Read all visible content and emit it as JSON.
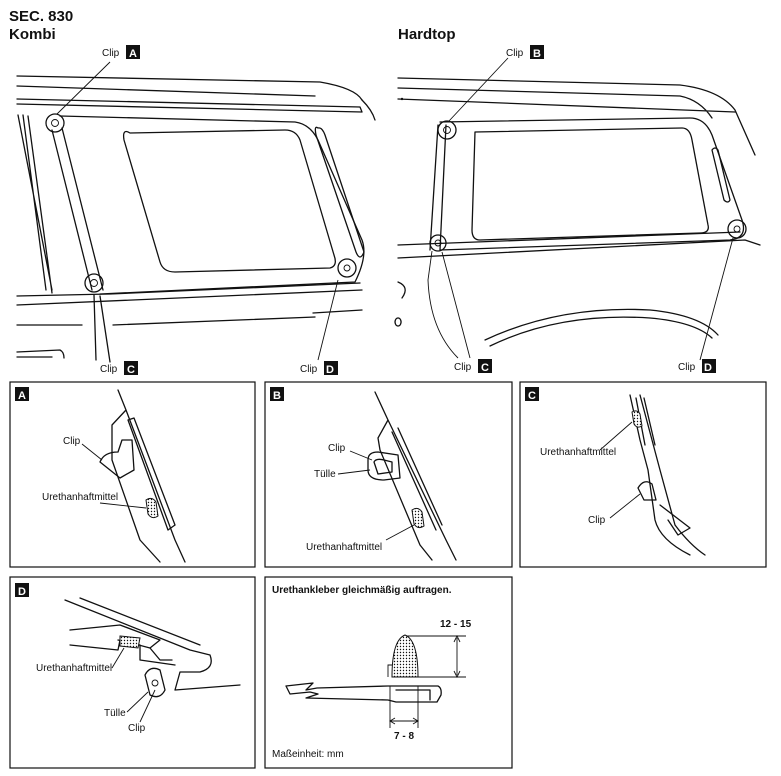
{
  "header": {
    "section": "SEC. 830",
    "kombi": "Kombi",
    "hardtop": "Hardtop"
  },
  "callouts": {
    "clip": "Clip",
    "a": "A",
    "b": "B",
    "c": "C",
    "d": "D"
  },
  "detail_a": {
    "badge": "A",
    "clip": "Clip",
    "adhesive": "Urethanhaftmittel"
  },
  "detail_b": {
    "badge": "B",
    "clip": "Clip",
    "grommet": "Tülle",
    "adhesive": "Urethanhaftmittel"
  },
  "detail_c": {
    "badge": "C",
    "adhesive": "Urethanhaftmittel",
    "clip": "Clip"
  },
  "detail_d": {
    "badge": "D",
    "adhesive": "Urethanhaftmittel",
    "grommet": "Tülle",
    "clip": "Clip"
  },
  "dimension": {
    "title": "Urethankleber gleichmäßig auftragen.",
    "height": "12 - 15",
    "width": "7 - 8",
    "unit": "Maßeinheit: mm"
  }
}
